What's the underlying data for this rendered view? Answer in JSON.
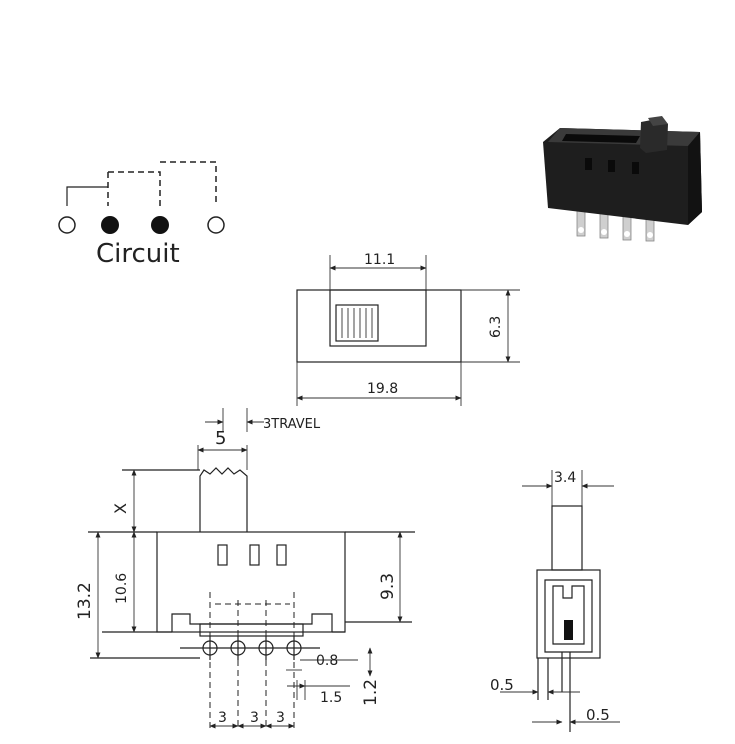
{
  "circuit": {
    "label": "Circuit",
    "terminals": [
      "open",
      "filled",
      "filled",
      "open"
    ]
  },
  "top_view": {
    "dim_slot": "11.1",
    "dim_body_height": "6.3",
    "dim_body_length": "19.8"
  },
  "front_view": {
    "dim_actuator_width": "5",
    "dim_travel": "3TRAVEL",
    "dim_x": "X",
    "dim_overall_height": "13.2",
    "dim_body_height": "10.6",
    "dim_body_height_right": "9.3",
    "dim_pin_thickness": "0.8",
    "dim_pin_offset": "1.5",
    "dim_pin_length": "1.2",
    "pin_pitch": [
      "3",
      "3",
      "3"
    ]
  },
  "side_view": {
    "dim_actuator_width": "3.4",
    "dim_pin_left": "0.5",
    "dim_pin_right": "0.5"
  },
  "colors": {
    "line": "#222222",
    "body_dark": "#1e1e1e",
    "pin_metal": "#c8c8c8"
  }
}
